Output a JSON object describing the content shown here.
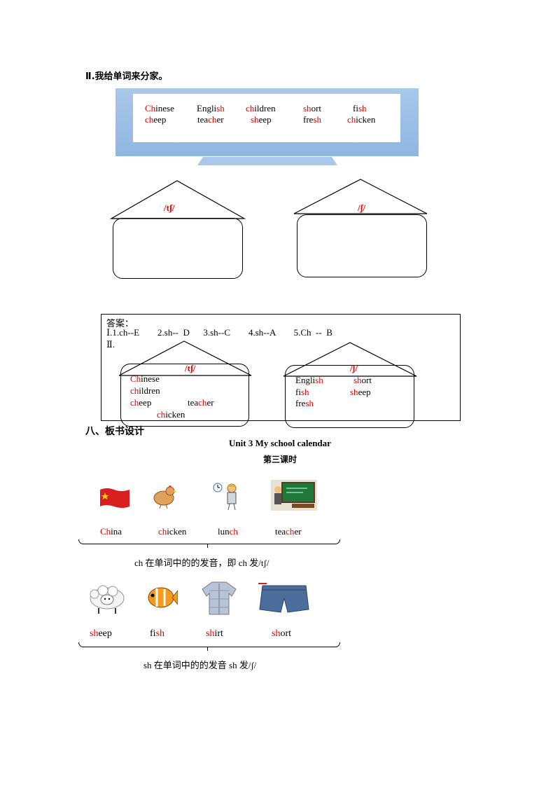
{
  "section2": {
    "title": "Ⅱ.我给单词来分家。",
    "word_rows": [
      [
        {
          "red": "Ch",
          "rest": "inese"
        },
        {
          "pre": "Engli",
          "red": "sh",
          "rest": ""
        },
        {
          "red": "ch",
          "rest": "ildren"
        },
        {
          "red": "sh",
          "rest": "ort"
        },
        {
          "pre": "fi",
          "red": "sh",
          "rest": ""
        }
      ],
      [
        {
          "red": "ch",
          "rest": "eep"
        },
        {
          "pre": "tea",
          "red": "ch",
          "rest": "er"
        },
        {
          "red": "sh",
          "rest": "eep"
        },
        {
          "pre": "fre",
          "red": "sh",
          "rest": ""
        },
        {
          "red": "ch",
          "rest": "icken"
        }
      ]
    ],
    "house1_label": "/tʃ/",
    "house2_label": "/ʃ/"
  },
  "answers": {
    "title": "答案：",
    "line1": "Ⅰ.1.ch--E        2.sh--  D      3.sh--C        4.sh--A        5.Ch  --  B",
    "line2": "Ⅱ.",
    "house1_label": "/tʃ/",
    "house2_label": "/ʃ/",
    "house1_words": [
      {
        "red": "Ch",
        "rest": "inese"
      },
      {
        "red": "ch",
        "rest": "ildren"
      },
      {
        "red": "ch",
        "rest": "eep"
      },
      {
        "pre": "tea",
        "red": "ch",
        "rest": "er"
      },
      {
        "red": "ch",
        "rest": "icken"
      }
    ],
    "house2_words": [
      {
        "pre": "Engli",
        "red": "sh",
        "rest": ""
      },
      {
        "red": "sh",
        "rest": "ort"
      },
      {
        "pre": "fi",
        "red": "sh",
        "rest": ""
      },
      {
        "red": "sh",
        "rest": "eep"
      },
      {
        "pre": "fre",
        "red": "sh",
        "rest": ""
      }
    ]
  },
  "section8": {
    "title": "八、板书设计",
    "unit_title": "Unit 3 My school calendar",
    "lesson": "第三课时",
    "row1_words": [
      {
        "red": "Ch",
        "rest": "ina"
      },
      {
        "red": "ch",
        "rest": "icken"
      },
      {
        "pre": "lun",
        "red": "ch",
        "rest": ""
      },
      {
        "pre": "tea",
        "red": "ch",
        "rest": "er"
      }
    ],
    "row1_rule": "ch  在单词中的的发音，即 ch 发/tʃ/",
    "row2_words": [
      {
        "red": "sh",
        "rest": "eep"
      },
      {
        "pre": "fi",
        "red": "sh",
        "rest": ""
      },
      {
        "red": "sh",
        "rest": "irt"
      },
      {
        "red": "sh",
        "rest": "ort"
      }
    ],
    "row2_rule": "sh  在单词中的的发音 sh 发/ʃ/"
  },
  "colors": {
    "highlight": "#e60000",
    "screen": "#9dc0e7"
  }
}
